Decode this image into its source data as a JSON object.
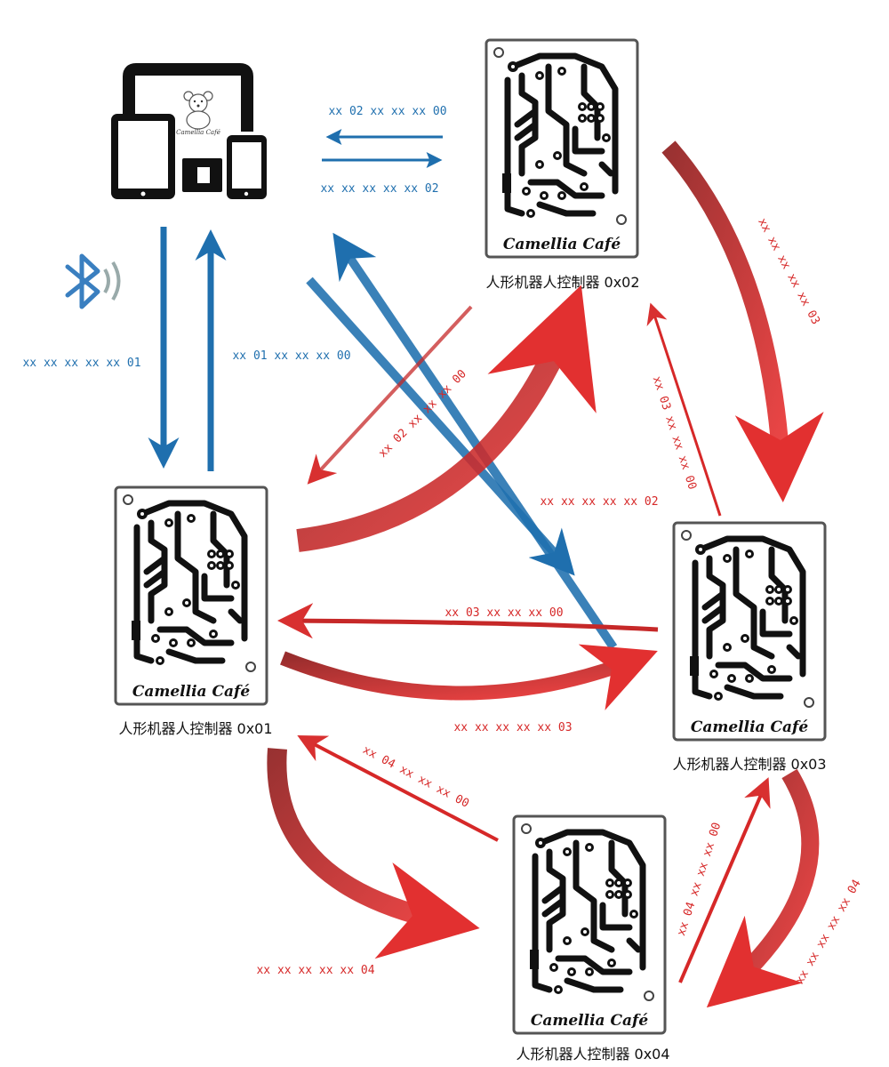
{
  "device": {
    "mascot_text": "Camellia Café",
    "bluetooth_icon": "bluetooth-icon"
  },
  "boards": [
    {
      "caption": "人形机器人控制器 0x01",
      "logo": "Camellia Café"
    },
    {
      "caption": "人形机器人控制器 0x02",
      "logo": "Camellia Café"
    },
    {
      "caption": "人形机器人控制器 0x03",
      "logo": "Camellia Café"
    },
    {
      "caption": "人形机器人控制器 0x04",
      "logo": "Camellia Café"
    }
  ],
  "messages": {
    "dev_to_b1": "xx xx xx xx xx 01",
    "b1_to_dev": "xx 01 xx xx xx 00",
    "b2_to_dev": "xx 02 xx xx xx 00",
    "dev_to_b2": "xx xx xx xx xx 02",
    "b2_to_b3": "xx xx xx xx xx 03",
    "b3_to_b2": "xx 03 xx xx xx 00",
    "b2_to_b1": "xx 02 xx xx xx 00",
    "b1_to_b2": "xx xx xx xx xx 02",
    "b3_to_b1": "xx 03 xx xx xx 00",
    "b1_to_b3": "xx xx xx xx xx 03",
    "b4_to_b1": "xx 04 xx xx xx 00",
    "b1_to_b4": "xx xx xx xx xx 04",
    "b4_to_b3": "xx 04 xx xx xx 00",
    "b3_to_b4": "xx xx xx xx xx 04"
  },
  "colors": {
    "blue": "#1f6fae",
    "red": "#d62828",
    "dark": "#111111"
  }
}
